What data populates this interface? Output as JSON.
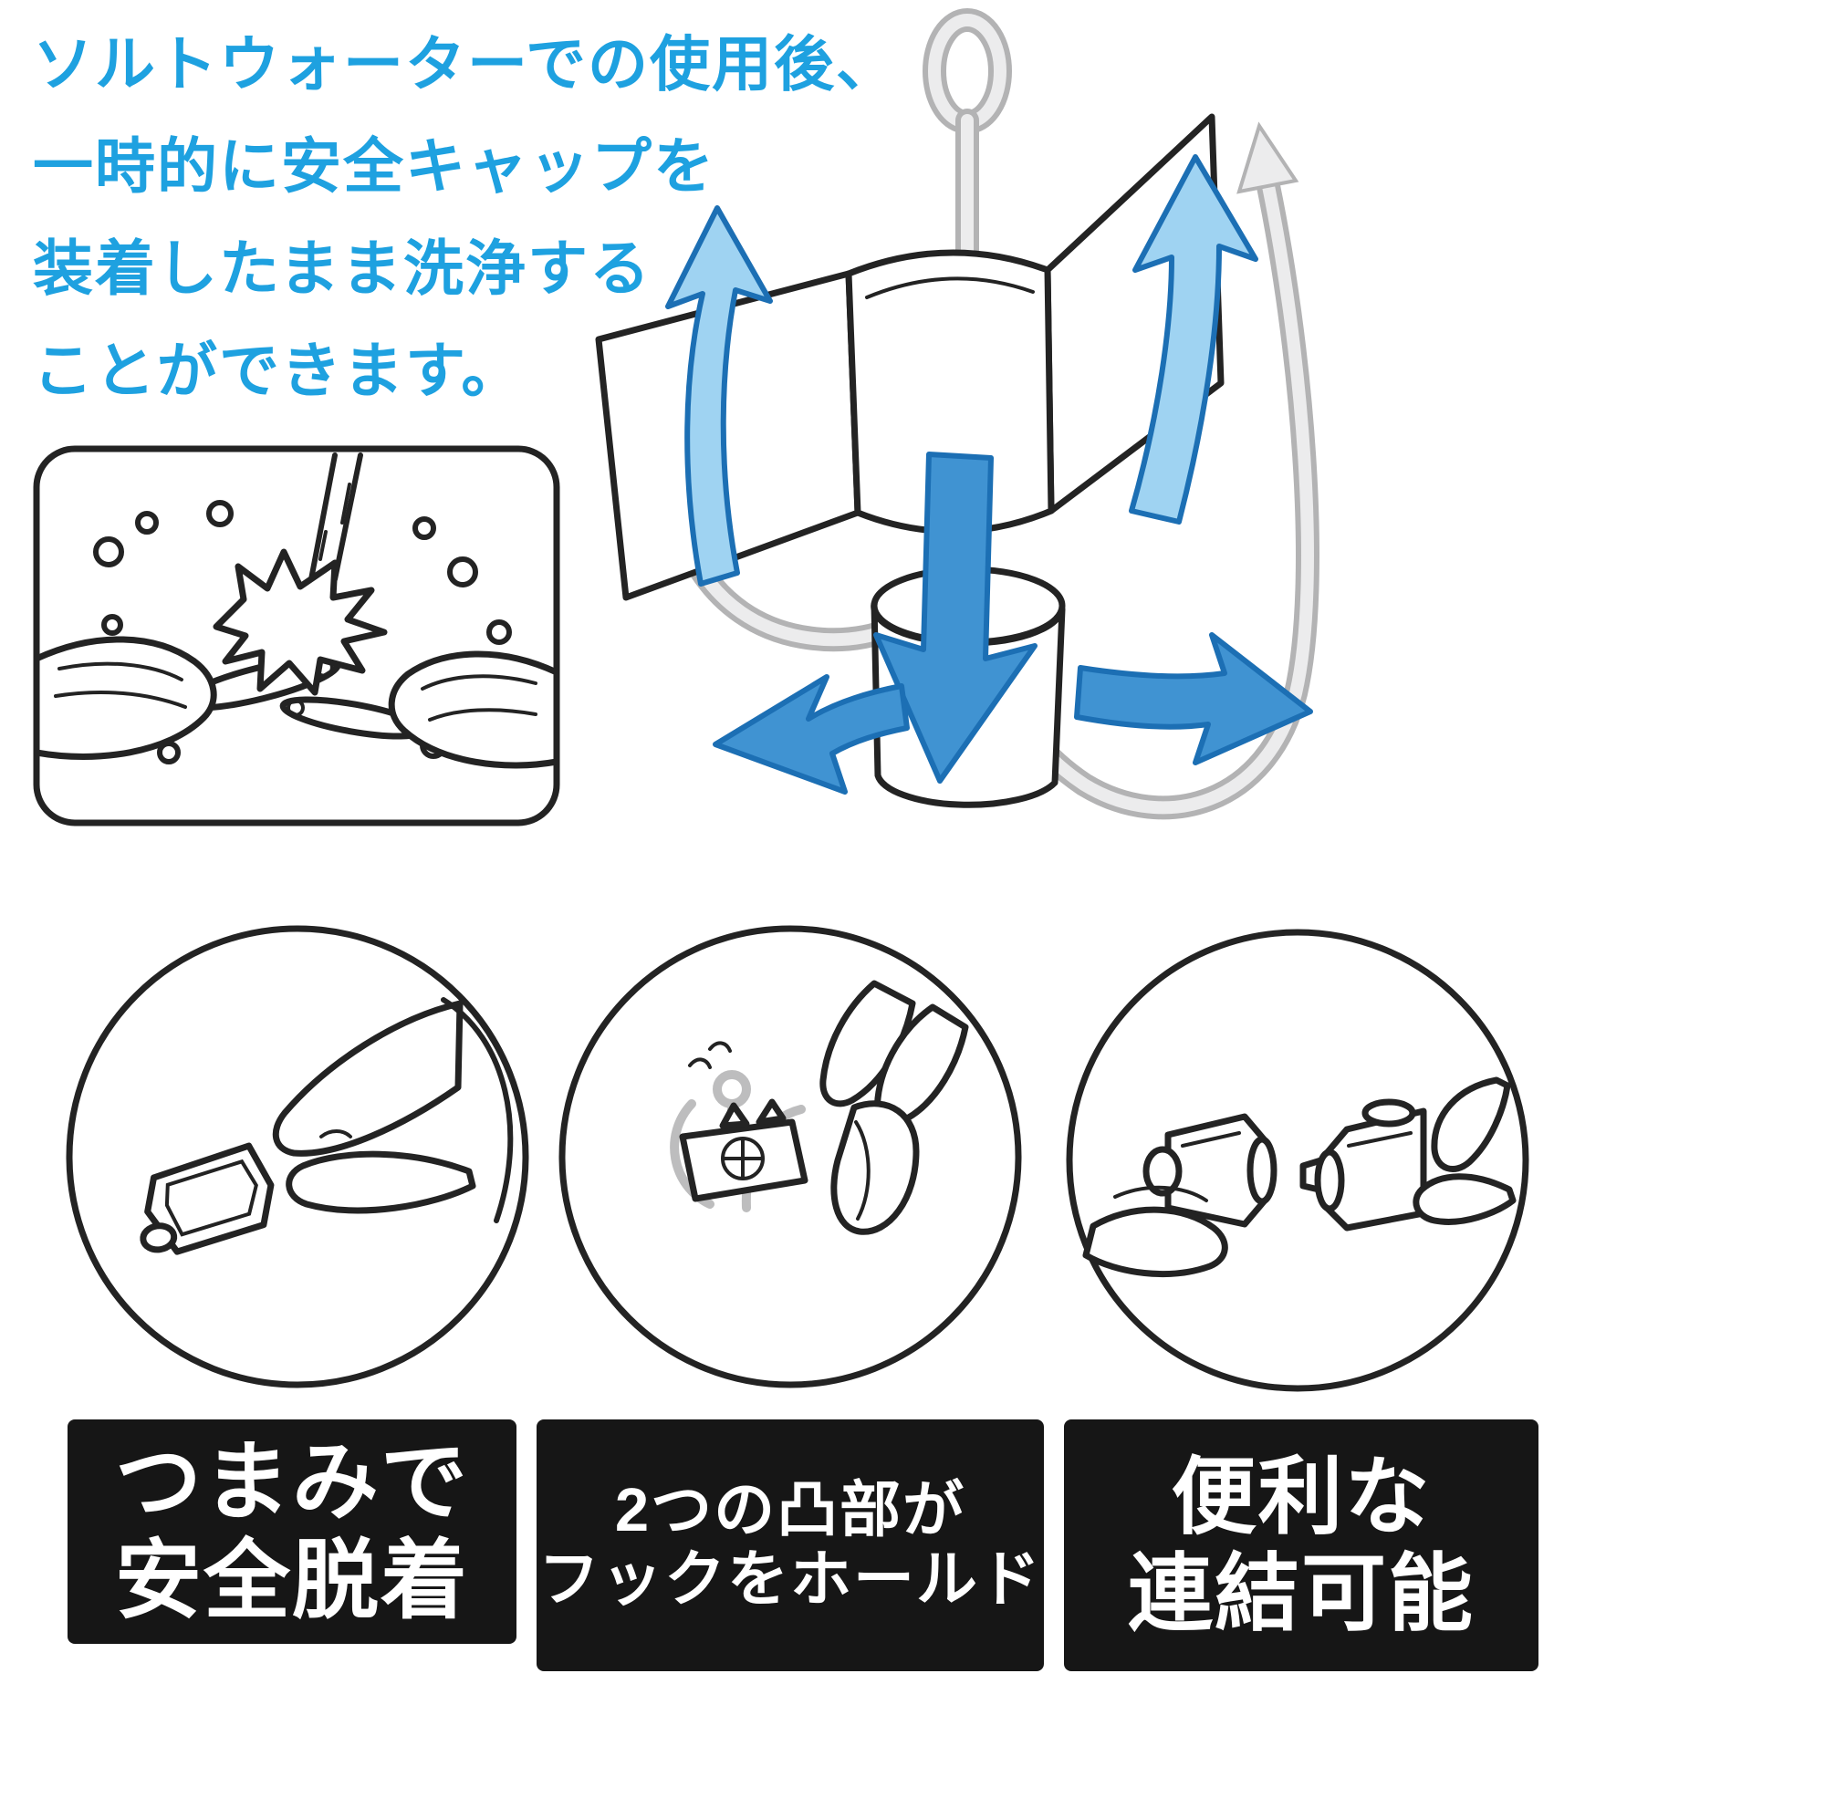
{
  "colors": {
    "background": "#ffffff",
    "text_blue": "#1ea1e0",
    "outline_black": "#232323",
    "caption_bg": "#161616",
    "caption_text": "#ffffff",
    "hook_gray_dark": "#b3b3b4",
    "hook_gray_light": "#ececed",
    "arrow_light_fill": "#9fd3f2",
    "arrow_mid_fill": "#4093d2",
    "arrow_stroke": "#1c6fb4"
  },
  "intro_text": {
    "lines": [
      "ソルトウォーターでの使用後、",
      "一時的に安全キャップを",
      "装着したまま洗浄する",
      "ことができます。"
    ]
  },
  "captions": [
    {
      "lines": [
        "つまみで",
        "安全脱着"
      ]
    },
    {
      "lines": [
        "2つの凸部が",
        "フックをホールド"
      ]
    },
    {
      "lines": [
        "便利な",
        "連結可能"
      ]
    }
  ]
}
